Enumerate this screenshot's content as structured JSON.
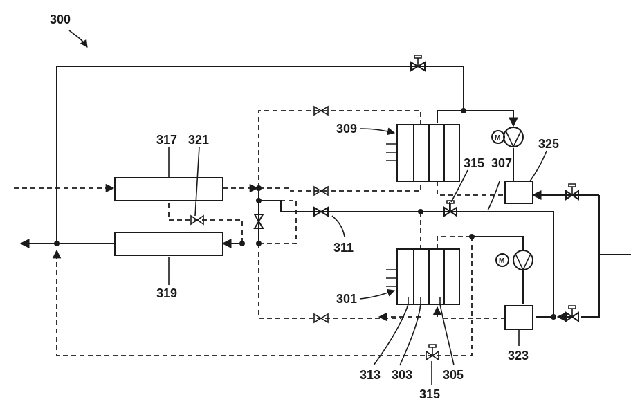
{
  "labels": {
    "fig": "300",
    "l317": "317",
    "l321": "321",
    "l319": "319",
    "l309": "309",
    "l315_top": "315",
    "l307": "307",
    "l325": "325",
    "l311": "311",
    "l301": "301",
    "l313": "313",
    "l303": "303",
    "l305": "305",
    "l315_bottom": "315",
    "l323": "323"
  },
  "motor_letter": "M"
}
